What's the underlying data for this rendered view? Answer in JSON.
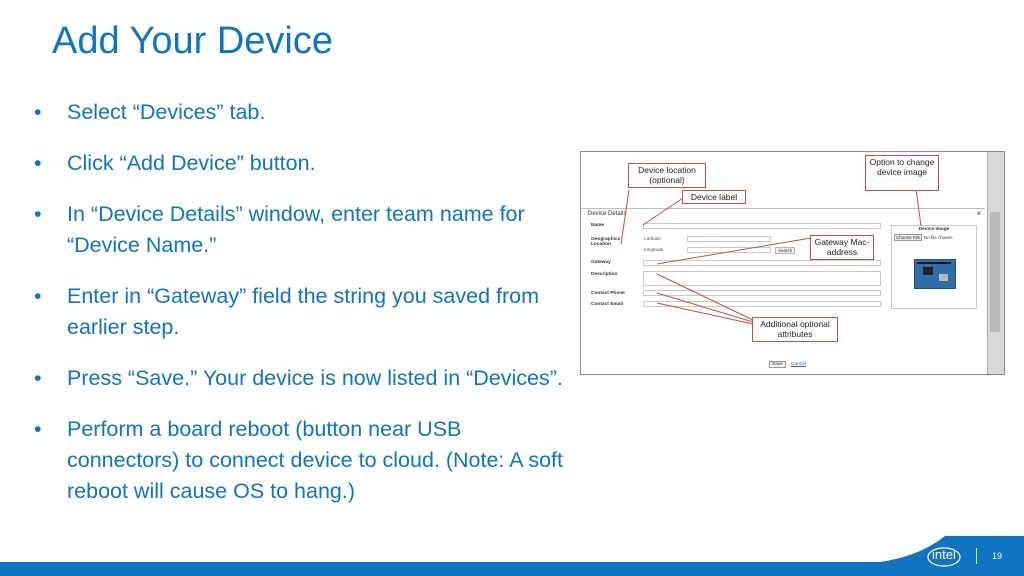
{
  "slide": {
    "title": "Add Your Device",
    "bullets": [
      "Select “Devices” tab.",
      "Click “Add Device” button.",
      "In “Device Details” window, enter team name for “Device Name.”",
      "Enter in “Gateway” field the string you saved from earlier step.",
      "Press “Save.” Your device is now listed in “Devices”.",
      "Perform a board reboot (button near USB connectors) to connect device to cloud. (Note: A soft reboot will cause OS to hang.)"
    ],
    "bullet_char": "•",
    "page_number": "19",
    "logo_text": "intel"
  },
  "screenshot": {
    "dialog_title": "Device Details",
    "close_glyph": "×",
    "labels": {
      "name": "Name",
      "geo": "Geographics Location",
      "latitude": "Latitude",
      "longitude": "longitude",
      "search": "Search",
      "gateway": "Gateway",
      "description": "Description",
      "contact_phone": "Contact Phone",
      "contact_email": "Contact Email",
      "device_image": "Device Image",
      "choose_file": "Choose File",
      "no_file": "No file chosen",
      "save": "Save",
      "cancel": "Cancel"
    },
    "callouts": {
      "device_location": "Device location (optional)",
      "device_label": "Device label",
      "option_image": "Option to change device image",
      "gateway_mac": "Gateway Mac-address",
      "additional": "Additional optional attributes"
    }
  },
  "colors": {
    "accent_blue": "#0f74c2",
    "callout_border": "#c0504d"
  }
}
